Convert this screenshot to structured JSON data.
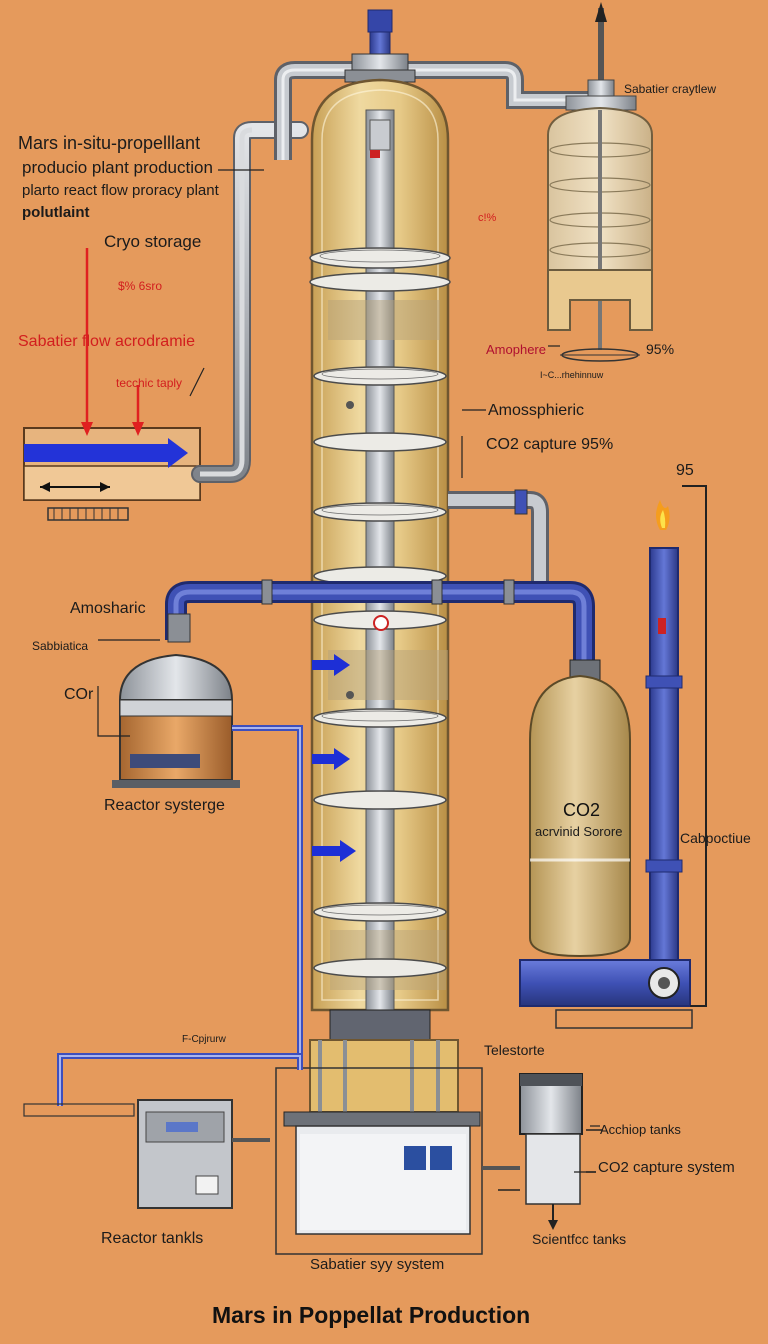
{
  "title": "Mars in Poppellat Production",
  "header_text": {
    "line1": "Mars in-situ-propelllant",
    "line2": "producio plant production",
    "line3": "plarto react flow proracy plant",
    "line4": "polutlaint"
  },
  "labels": {
    "cryo_storage": "Cryo storage",
    "pct_top_left": "$% 6sro",
    "sabatier_flow": "Sabatier flow acrodramie",
    "tecchic_taply": "tecchic taply",
    "sabatier_craytlew": "Sabatier craytlew",
    "pct_red_mid": "c!%",
    "amophere_red": "Amophere",
    "pct_95_right": "95%",
    "small_caption_right": "I~C...rhehinnuw",
    "amosspheric": "Amossphieric",
    "co2_capture_95": "CO2 capture 95%",
    "num_95": "95",
    "amosharic": "Amosharic",
    "sabbiatica": "Sabbiatica",
    "co_left": "COr",
    "reactor_systerge": "Reactor systerge",
    "co2_tank": "CO2",
    "tank_sub": "acrvinid Sorore",
    "cabpoctiue": "Cabpoctiue",
    "small_caption_left": "F-Cpjrurw",
    "telestorte": "Telestorte",
    "acchiop_tanks": "Acchiop tanks",
    "co2_capture_system": "CO2  capture system",
    "reactor_tanks": "Reactor tankls",
    "scientific_tanks": "Scientfcc tanks",
    "sabatier_system": "Sabatier syy system"
  },
  "colors": {
    "background": "#e59a5c",
    "pipe_blue": "#3f51b5",
    "pipe_gray": "#b8bcc2",
    "tank_amber": "#d9b46a",
    "arrow_red": "#e02020",
    "arrow_blue": "#1d2fd6"
  },
  "icons": [
    "flow-arrow-icon",
    "flame-icon",
    "gauge-icon",
    "valve-icon"
  ]
}
